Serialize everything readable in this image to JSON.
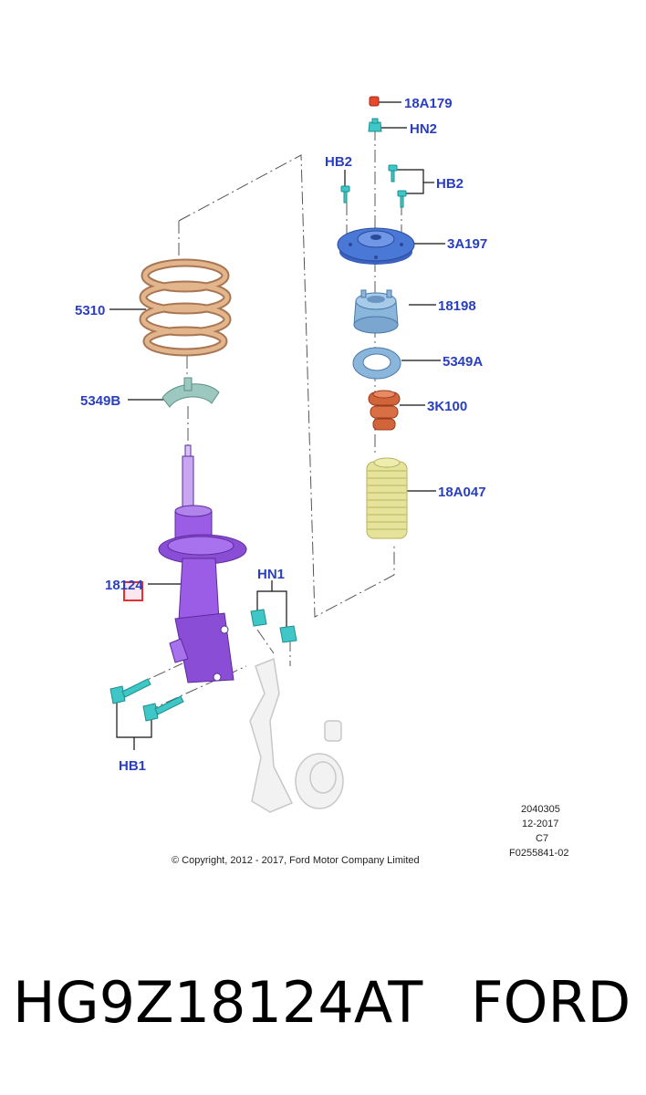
{
  "callouts": {
    "c18a179": "18A179",
    "hn2": "HN2",
    "hb2_left": "HB2",
    "hb2_right": "HB2",
    "c3a197": "3A197",
    "c18198": "18198",
    "c5349a": "5349A",
    "c3k100": "3K100",
    "c18a047": "18A047",
    "c5310": "5310",
    "c5349b": "5349B",
    "c18124": "18124",
    "hn1": "HN1",
    "hb1": "HB1"
  },
  "meta": {
    "line1": "2040305",
    "line2": "12-2017",
    "line3": "C7",
    "line4": "F0255841-02"
  },
  "copyright": "© Copyright, 2012 - 2017, Ford Motor Company Limited",
  "footer": {
    "part_number": "HG9Z18124AT",
    "brand": "FORD"
  },
  "colors": {
    "callout_text": "#2a3fbf",
    "highlight_box": "#e53030",
    "strut": "#9b5de5",
    "spring": "#d9a57a",
    "mount": "#4a78d6",
    "bearing": "#8ab6dc",
    "bump_stop": "#d2643a",
    "boot": "#e6e39a",
    "fastener": "#3fc7c7"
  }
}
